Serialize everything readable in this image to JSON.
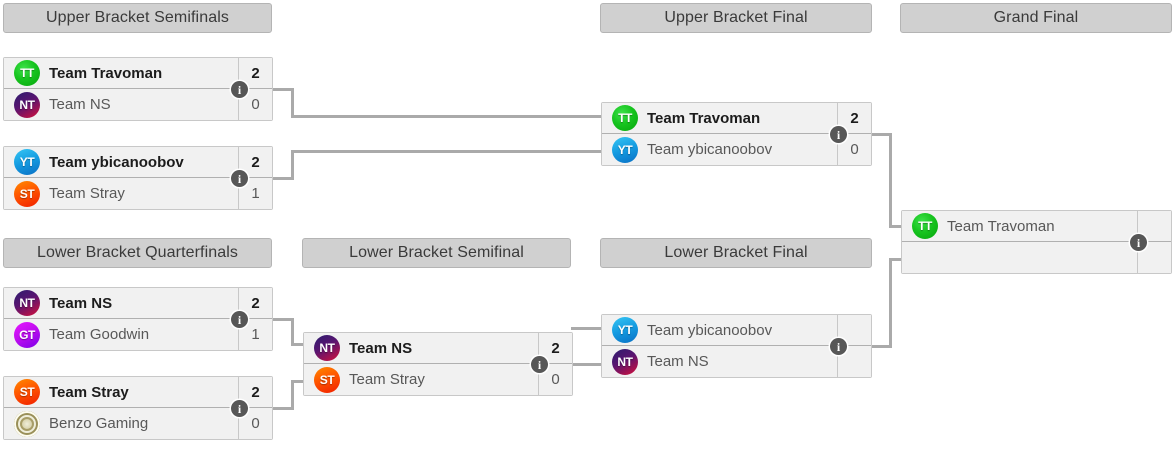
{
  "bracket": {
    "rounds": [
      {
        "id": "upper-bracket-semifinals",
        "label": "Upper Bracket Semifinals"
      },
      {
        "id": "upper-bracket-final",
        "label": "Upper Bracket Final"
      },
      {
        "id": "grand-final",
        "label": "Grand Final"
      },
      {
        "id": "lower-bracket-quarterfinals",
        "label": "Lower Bracket Quarterfinals"
      },
      {
        "id": "lower-bracket-semifinal",
        "label": "Lower Bracket Semifinal"
      },
      {
        "id": "lower-bracket-final",
        "label": "Lower Bracket Final"
      }
    ],
    "info_icon": "i",
    "matches": {
      "ubsf1": {
        "top": {
          "team": "Team Travoman",
          "score": "2",
          "winner": true,
          "logo": "TT"
        },
        "bottom": {
          "team": "Team NS",
          "score": "0",
          "winner": false,
          "logo": "NT"
        }
      },
      "ubsf2": {
        "top": {
          "team": "Team ybicanoobov",
          "score": "2",
          "winner": true,
          "logo": "YT"
        },
        "bottom": {
          "team": "Team Stray",
          "score": "1",
          "winner": false,
          "logo": "ST"
        }
      },
      "ubf": {
        "top": {
          "team": "Team Travoman",
          "score": "2",
          "winner": true,
          "logo": "TT"
        },
        "bottom": {
          "team": "Team ybicanoobov",
          "score": "0",
          "winner": false,
          "logo": "YT"
        }
      },
      "gf": {
        "top": {
          "team": "Team Travoman",
          "score": "",
          "winner": false,
          "logo": "TT"
        },
        "bottom": {
          "team": "",
          "score": "",
          "winner": false,
          "logo": ""
        }
      },
      "lbqf1": {
        "top": {
          "team": "Team NS",
          "score": "2",
          "winner": true,
          "logo": "NT"
        },
        "bottom": {
          "team": "Team Goodwin",
          "score": "1",
          "winner": false,
          "logo": "GT"
        }
      },
      "lbqf2": {
        "top": {
          "team": "Team Stray",
          "score": "2",
          "winner": true,
          "logo": "ST"
        },
        "bottom": {
          "team": "Benzo Gaming",
          "score": "0",
          "winner": false,
          "logo": "BZ"
        }
      },
      "lbsf": {
        "top": {
          "team": "Team NS",
          "score": "2",
          "winner": true,
          "logo": "NT"
        },
        "bottom": {
          "team": "Team Stray",
          "score": "0",
          "winner": false,
          "logo": "ST"
        }
      },
      "lbf": {
        "top": {
          "team": "Team ybicanoobov",
          "score": "",
          "winner": false,
          "logo": "YT"
        },
        "bottom": {
          "team": "Team NS",
          "score": "",
          "winner": false,
          "logo": "NT"
        }
      }
    },
    "logo_styles": {
      "TT": {
        "name": "team-travoman-logo",
        "background": "radial-gradient(circle at 38% 32%, #3de24a 0%, #17c41f 45%, #06a40c 100%)"
      },
      "NT": {
        "name": "team-ns-logo",
        "background": "linear-gradient(150deg, #2b1d6e 0%, #5a1470 45%, #d6103a 100%)"
      },
      "YT": {
        "name": "team-ybicanoobov-logo",
        "background": "linear-gradient(160deg, #36c6f4 0%, #139ae0 50%, #0a6fc4 100%)"
      },
      "ST": {
        "name": "team-stray-logo",
        "background": "linear-gradient(160deg, #ff8a00 0%, #ff5500 45%, #f02000 100%)"
      },
      "GT": {
        "name": "team-goodwin-logo",
        "background": "linear-gradient(150deg, #e617ff 0%, #c10df0 45%, #7b00e8 100%)"
      },
      "BZ": {
        "name": "benzo-gaming-logo",
        "background": "radial-gradient(circle at 50% 50%, #efeeda 0%, #cfc89a 38%, #a39a63 70%, #8d8450 100%)"
      }
    },
    "colors": {
      "header_bg": "#d0d0d0",
      "match_bg": "#f1f1f1",
      "connector": "#aaaaaa",
      "winner_text": "#1c1c1c",
      "loser_text": "#585858"
    }
  }
}
